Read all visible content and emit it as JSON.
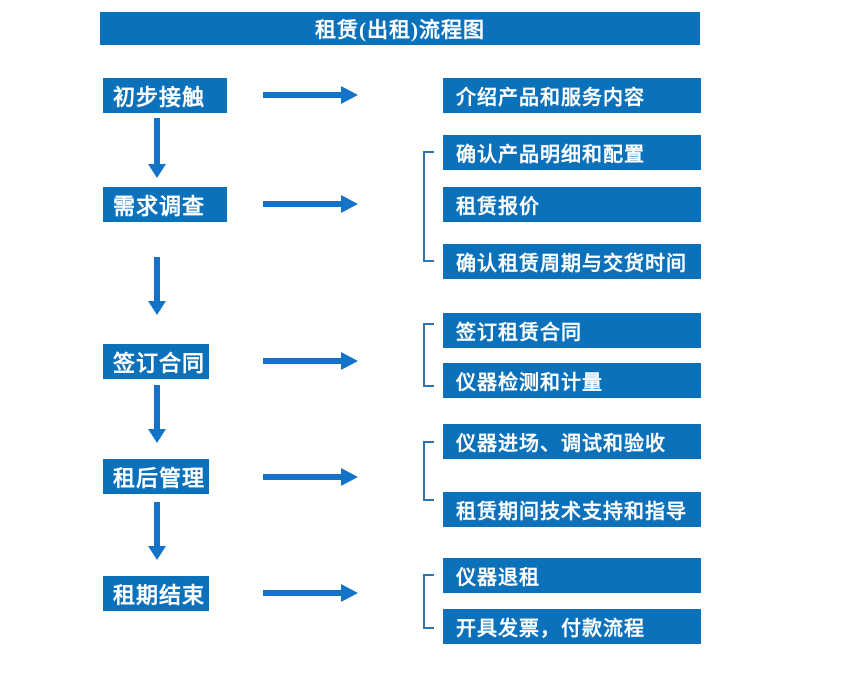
{
  "title": "租赁(出租)流程图",
  "colors": {
    "box_fill": "#0C71BB",
    "arrow": "#1273C8",
    "bracket": "#2E74B5",
    "box_text": "#FFFFFF",
    "background": "#FFFFFF"
  },
  "steps": [
    {
      "label": "初步接触",
      "details": [
        "介绍产品和服务内容"
      ]
    },
    {
      "label": "需求调查",
      "details": [
        "确认产品明细和配置",
        "租赁报价",
        "确认租赁周期与交货时间"
      ]
    },
    {
      "label": "签订合同",
      "details": [
        "签订租赁合同",
        "仪器检测和计量"
      ]
    },
    {
      "label": "租后管理",
      "details": [
        "仪器进场、调试和验收",
        "租赁期间技术支持和指导"
      ]
    },
    {
      "label": "租期结束",
      "details": [
        "仪器退租",
        "开具发票，付款流程"
      ]
    }
  ]
}
